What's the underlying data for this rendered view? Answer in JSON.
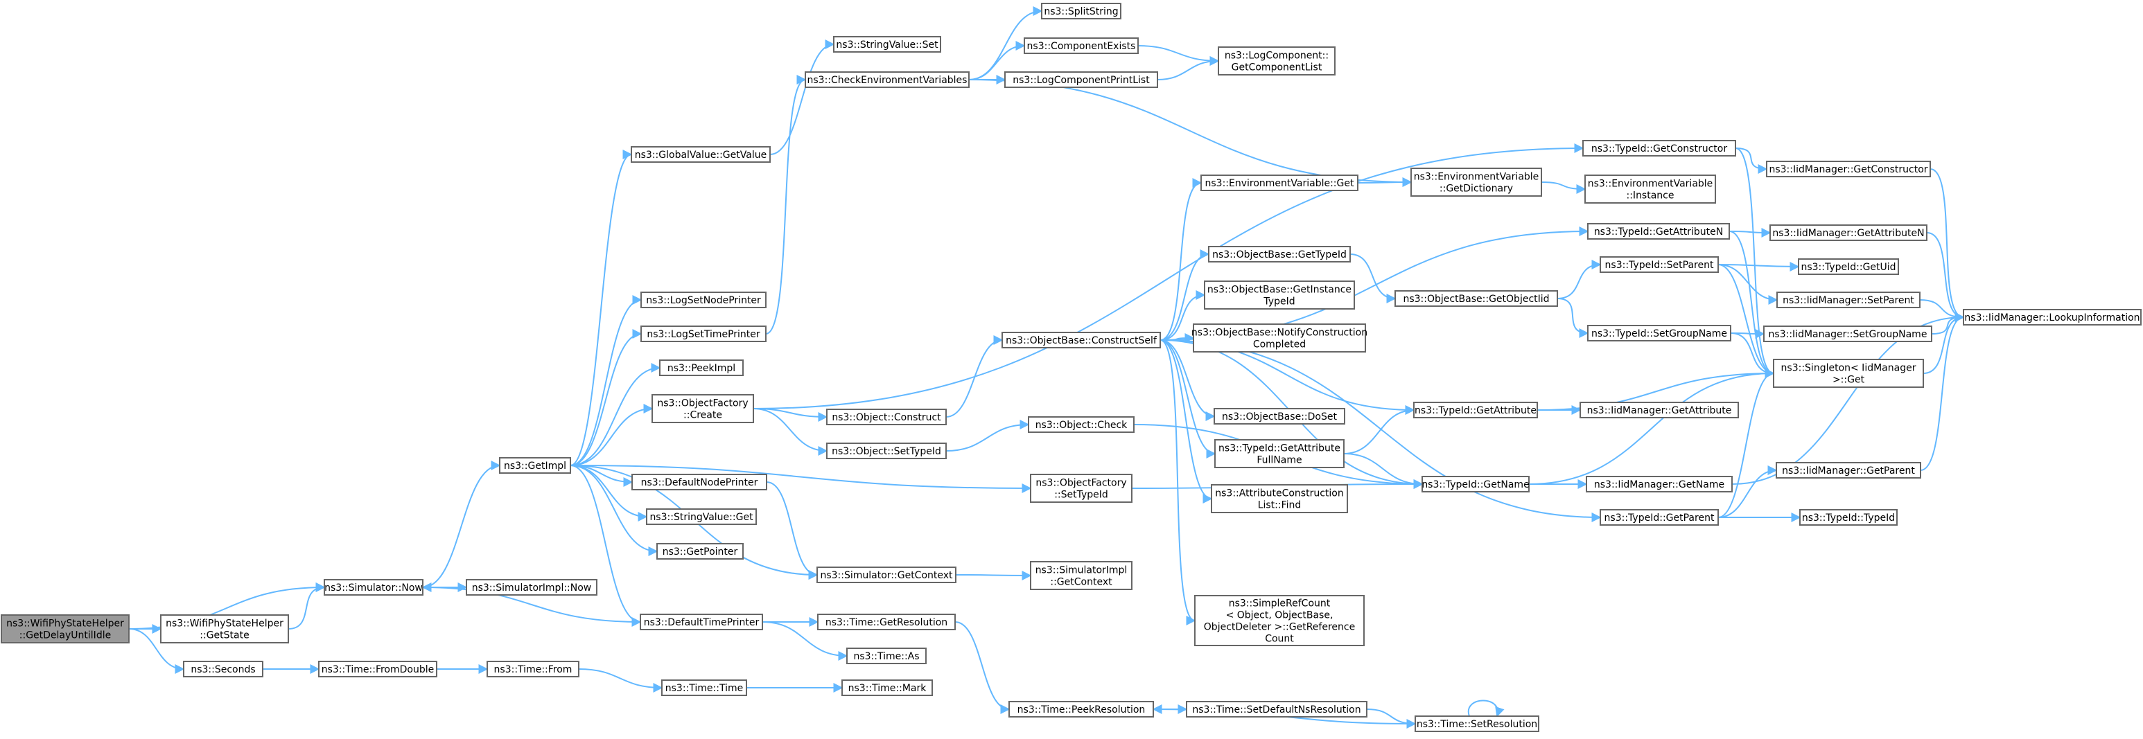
{
  "graph": {
    "root": "n_root",
    "colors": {
      "edge": "#63b8ff",
      "node_border": "#666666",
      "root_fill": "#999999",
      "node_fill": "#ffffff"
    },
    "nodes": [
      {
        "id": "n_root",
        "lines": [
          "ns3::WifiPhyStateHelper",
          "::GetDelayUntilIdle"
        ],
        "root": true
      },
      {
        "id": "n_wifiGetState",
        "lines": [
          "ns3::WifiPhyStateHelper",
          "::GetState"
        ]
      },
      {
        "id": "n_seconds",
        "lines": [
          "ns3::Seconds"
        ]
      },
      {
        "id": "n_simNow",
        "lines": [
          "ns3::Simulator::Now"
        ]
      },
      {
        "id": "n_simImplNow",
        "lines": [
          "ns3::SimulatorImpl::Now"
        ]
      },
      {
        "id": "n_getImpl",
        "lines": [
          "ns3::GetImpl"
        ]
      },
      {
        "id": "n_fromDouble",
        "lines": [
          "ns3::Time::FromDouble"
        ]
      },
      {
        "id": "n_timeFrom",
        "lines": [
          "ns3::Time::From"
        ]
      },
      {
        "id": "n_timeTime",
        "lines": [
          "ns3::Time::Time"
        ]
      },
      {
        "id": "n_timeMark",
        "lines": [
          "ns3::Time::Mark"
        ]
      },
      {
        "id": "n_gvGetValue",
        "lines": [
          "ns3::GlobalValue::GetValue"
        ]
      },
      {
        "id": "n_logSetNodePrinter",
        "lines": [
          "ns3::LogSetNodePrinter"
        ]
      },
      {
        "id": "n_logSetTimePrinter",
        "lines": [
          "ns3::LogSetTimePrinter"
        ]
      },
      {
        "id": "n_peekImpl",
        "lines": [
          "ns3::PeekImpl"
        ]
      },
      {
        "id": "n_ofCreate",
        "lines": [
          "ns3::ObjectFactory",
          "::Create"
        ]
      },
      {
        "id": "n_defaultNodePrinter",
        "lines": [
          "ns3::DefaultNodePrinter"
        ]
      },
      {
        "id": "n_stringValueGet",
        "lines": [
          "ns3::StringValue::Get"
        ]
      },
      {
        "id": "n_getPointer",
        "lines": [
          "ns3::GetPointer"
        ]
      },
      {
        "id": "n_defaultTimePrinter",
        "lines": [
          "ns3::DefaultTimePrinter"
        ]
      },
      {
        "id": "n_stringValueSet",
        "lines": [
          "ns3::StringValue::Set"
        ]
      },
      {
        "id": "n_checkEnv",
        "lines": [
          "ns3::CheckEnvironmentVariables"
        ]
      },
      {
        "id": "n_objConstruct",
        "lines": [
          "ns3::Object::Construct"
        ]
      },
      {
        "id": "n_objSetTypeId",
        "lines": [
          "ns3::Object::SetTypeId"
        ]
      },
      {
        "id": "n_simGetContext",
        "lines": [
          "ns3::Simulator::GetContext"
        ]
      },
      {
        "id": "n_timeGetResolution",
        "lines": [
          "ns3::Time::GetResolution"
        ]
      },
      {
        "id": "n_timeAs",
        "lines": [
          "ns3::Time::As"
        ]
      },
      {
        "id": "n_splitString",
        "lines": [
          "ns3::SplitString"
        ]
      },
      {
        "id": "n_componentExists",
        "lines": [
          "ns3::ComponentExists"
        ]
      },
      {
        "id": "n_logComponentPrintList",
        "lines": [
          "ns3::LogComponentPrintList"
        ]
      },
      {
        "id": "n_obConstructSelf",
        "lines": [
          "ns3::ObjectBase::ConstructSelf"
        ]
      },
      {
        "id": "n_objCheck",
        "lines": [
          "ns3::Object::Check"
        ]
      },
      {
        "id": "n_ofSetTypeId",
        "lines": [
          "ns3::ObjectFactory",
          "::SetTypeId"
        ]
      },
      {
        "id": "n_simImplGetContext",
        "lines": [
          "ns3::SimulatorImpl",
          "::GetContext"
        ]
      },
      {
        "id": "n_timePeekResolution",
        "lines": [
          "ns3::Time::PeekResolution"
        ]
      },
      {
        "id": "n_logCompGetList",
        "lines": [
          "ns3::LogComponent::",
          "GetComponentList"
        ]
      },
      {
        "id": "n_envVarGet",
        "lines": [
          "ns3::EnvironmentVariable::Get"
        ]
      },
      {
        "id": "n_obGetTypeId",
        "lines": [
          "ns3::ObjectBase::GetTypeId"
        ]
      },
      {
        "id": "n_obGetInstanceTypeId",
        "lines": [
          "ns3::ObjectBase::GetInstance",
          "TypeId"
        ]
      },
      {
        "id": "n_obNotifyConstruction",
        "lines": [
          "ns3::ObjectBase::NotifyConstruction",
          "Completed"
        ]
      },
      {
        "id": "n_obDoSet",
        "lines": [
          "ns3::ObjectBase::DoSet"
        ]
      },
      {
        "id": "n_tidGetAttrFullName",
        "lines": [
          "ns3::TypeId::GetAttribute",
          "FullName"
        ]
      },
      {
        "id": "n_attrConstrFind",
        "lines": [
          "ns3::AttributeConstruction",
          "List::Find"
        ]
      },
      {
        "id": "n_simpleRefCount",
        "lines": [
          "ns3::SimpleRefCount",
          "< Object, ObjectBase,",
          "ObjectDeleter >::GetReference",
          "Count"
        ]
      },
      {
        "id": "n_timeSetDefaultNsRes",
        "lines": [
          "ns3::Time::SetDefaultNsResolution"
        ]
      },
      {
        "id": "n_envVarGetDict",
        "lines": [
          "ns3::EnvironmentVariable",
          "::GetDictionary"
        ]
      },
      {
        "id": "n_obGetObjectIid",
        "lines": [
          "ns3::ObjectBase::GetObjectIid"
        ]
      },
      {
        "id": "n_tidGetAttribute",
        "lines": [
          "ns3::TypeId::GetAttribute"
        ]
      },
      {
        "id": "n_tidGetName",
        "lines": [
          "ns3::TypeId::GetName"
        ]
      },
      {
        "id": "n_timeSetResolution",
        "lines": [
          "ns3::Time::SetResolution"
        ]
      },
      {
        "id": "n_envVarInstance",
        "lines": [
          "ns3::EnvironmentVariable",
          "::Instance"
        ]
      },
      {
        "id": "n_tidGetConstructor",
        "lines": [
          "ns3::TypeId::GetConstructor"
        ]
      },
      {
        "id": "n_tidGetAttributeN",
        "lines": [
          "ns3::TypeId::GetAttributeN"
        ]
      },
      {
        "id": "n_tidSetParent",
        "lines": [
          "ns3::TypeId::SetParent"
        ]
      },
      {
        "id": "n_tidSetGroupName",
        "lines": [
          "ns3::TypeId::SetGroupName"
        ]
      },
      {
        "id": "n_tidGetParent",
        "lines": [
          "ns3::TypeId::GetParent"
        ]
      },
      {
        "id": "n_iidGetConstructor",
        "lines": [
          "ns3::IidManager::GetConstructor"
        ]
      },
      {
        "id": "n_iidGetAttributeN",
        "lines": [
          "ns3::IidManager::GetAttributeN"
        ]
      },
      {
        "id": "n_tidGetUid",
        "lines": [
          "ns3::TypeId::GetUid"
        ]
      },
      {
        "id": "n_iidSetParent",
        "lines": [
          "ns3::IidManager::SetParent"
        ]
      },
      {
        "id": "n_iidSetGroupName",
        "lines": [
          "ns3::IidManager::SetGroupName"
        ]
      },
      {
        "id": "n_singletonGet",
        "lines": [
          "ns3::Singleton< IidManager",
          ">::Get"
        ]
      },
      {
        "id": "n_iidGetAttribute",
        "lines": [
          "ns3::IidManager::GetAttribute"
        ]
      },
      {
        "id": "n_iidGetName",
        "lines": [
          "ns3::IidManager::GetName"
        ]
      },
      {
        "id": "n_iidGetParent",
        "lines": [
          "ns3::IidManager::GetParent"
        ]
      },
      {
        "id": "n_tidTypeId",
        "lines": [
          "ns3::TypeId::TypeId"
        ]
      },
      {
        "id": "n_iidLookupInfo",
        "lines": [
          "ns3::IidManager::LookupInformation"
        ]
      }
    ],
    "edges": [
      [
        "n_root",
        "n_simNow"
      ],
      [
        "n_root",
        "n_wifiGetState"
      ],
      [
        "n_root",
        "n_seconds"
      ],
      [
        "n_wifiGetState",
        "n_simNow"
      ],
      [
        "n_simNow",
        "n_getImpl"
      ],
      [
        "n_simNow",
        "n_simImplNow"
      ],
      [
        "n_seconds",
        "n_fromDouble"
      ],
      [
        "n_fromDouble",
        "n_timeFrom"
      ],
      [
        "n_timeFrom",
        "n_timeTime"
      ],
      [
        "n_timeTime",
        "n_timeMark"
      ],
      [
        "n_getImpl",
        "n_gvGetValue"
      ],
      [
        "n_getImpl",
        "n_logSetNodePrinter"
      ],
      [
        "n_getImpl",
        "n_logSetTimePrinter"
      ],
      [
        "n_getImpl",
        "n_peekImpl"
      ],
      [
        "n_getImpl",
        "n_ofCreate"
      ],
      [
        "n_getImpl",
        "n_defaultNodePrinter"
      ],
      [
        "n_getImpl",
        "n_stringValueGet"
      ],
      [
        "n_getImpl",
        "n_getPointer"
      ],
      [
        "n_getImpl",
        "n_defaultTimePrinter"
      ],
      [
        "n_getImpl",
        "n_ofSetTypeId"
      ],
      [
        "n_getImpl",
        "n_simGetContext"
      ],
      [
        "n_gvGetValue",
        "n_stringValueSet"
      ],
      [
        "n_logSetTimePrinter",
        "n_checkEnv"
      ],
      [
        "n_ofCreate",
        "n_objConstruct"
      ],
      [
        "n_ofCreate",
        "n_objSetTypeId"
      ],
      [
        "n_ofCreate",
        "n_tidGetConstructor"
      ],
      [
        "n_defaultNodePrinter",
        "n_simGetContext"
      ],
      [
        "n_defaultTimePrinter",
        "n_simNow"
      ],
      [
        "n_defaultTimePrinter",
        "n_timeGetResolution"
      ],
      [
        "n_defaultTimePrinter",
        "n_timeAs"
      ],
      [
        "n_checkEnv",
        "n_splitString"
      ],
      [
        "n_checkEnv",
        "n_componentExists"
      ],
      [
        "n_checkEnv",
        "n_logComponentPrintList"
      ],
      [
        "n_checkEnv",
        "n_envVarGetDict"
      ],
      [
        "n_componentExists",
        "n_logCompGetList"
      ],
      [
        "n_logComponentPrintList",
        "n_logCompGetList"
      ],
      [
        "n_objConstruct",
        "n_obConstructSelf"
      ],
      [
        "n_objSetTypeId",
        "n_objCheck"
      ],
      [
        "n_objCheck",
        "n_tidGetName"
      ],
      [
        "n_ofSetTypeId",
        "n_tidGetName"
      ],
      [
        "n_simGetContext",
        "n_simImplGetContext"
      ],
      [
        "n_timeGetResolution",
        "n_timePeekResolution"
      ],
      [
        "n_obConstructSelf",
        "n_envVarGet"
      ],
      [
        "n_obConstructSelf",
        "n_tidGetAttributeN"
      ],
      [
        "n_obConstructSelf",
        "n_obGetTypeId"
      ],
      [
        "n_obConstructSelf",
        "n_obGetInstanceTypeId"
      ],
      [
        "n_obConstructSelf",
        "n_obNotifyConstruction"
      ],
      [
        "n_obConstructSelf",
        "n_obDoSet"
      ],
      [
        "n_obConstructSelf",
        "n_tidGetAttribute"
      ],
      [
        "n_obConstructSelf",
        "n_tidGetAttrFullName"
      ],
      [
        "n_obConstructSelf",
        "n_attrConstrFind"
      ],
      [
        "n_obConstructSelf",
        "n_simpleRefCount"
      ],
      [
        "n_obConstructSelf",
        "n_tidGetName"
      ],
      [
        "n_obConstructSelf",
        "n_tidGetParent"
      ],
      [
        "n_envVarGet",
        "n_envVarGetDict"
      ],
      [
        "n_envVarGetDict",
        "n_envVarInstance"
      ],
      [
        "n_obGetTypeId",
        "n_obGetObjectIid"
      ],
      [
        "n_obGetObjectIid",
        "n_tidSetParent"
      ],
      [
        "n_obGetObjectIid",
        "n_tidSetGroupName"
      ],
      [
        "n_tidGetAttrFullName",
        "n_tidGetAttribute"
      ],
      [
        "n_tidGetAttrFullName",
        "n_tidGetName"
      ],
      [
        "n_tidGetAttribute",
        "n_iidGetAttribute"
      ],
      [
        "n_tidGetAttribute",
        "n_singletonGet"
      ],
      [
        "n_tidGetName",
        "n_iidGetName"
      ],
      [
        "n_tidGetName",
        "n_singletonGet"
      ],
      [
        "n_timePeekResolution",
        "n_timeSetDefaultNsRes"
      ],
      [
        "n_timeSetDefaultNsRes",
        "n_timeSetResolution"
      ],
      [
        "n_timeSetResolution",
        "n_timePeekResolution"
      ],
      [
        "n_timeSetResolution",
        "n_timeSetResolution"
      ],
      [
        "n_tidGetConstructor",
        "n_iidGetConstructor"
      ],
      [
        "n_tidGetConstructor",
        "n_singletonGet"
      ],
      [
        "n_tidGetAttributeN",
        "n_iidGetAttributeN"
      ],
      [
        "n_tidGetAttributeN",
        "n_singletonGet"
      ],
      [
        "n_tidSetParent",
        "n_tidGetUid"
      ],
      [
        "n_tidSetParent",
        "n_iidSetParent"
      ],
      [
        "n_tidSetParent",
        "n_singletonGet"
      ],
      [
        "n_tidSetGroupName",
        "n_iidSetGroupName"
      ],
      [
        "n_tidSetGroupName",
        "n_singletonGet"
      ],
      [
        "n_tidGetParent",
        "n_iidGetParent"
      ],
      [
        "n_tidGetParent",
        "n_tidTypeId"
      ],
      [
        "n_tidGetParent",
        "n_singletonGet"
      ],
      [
        "n_iidGetConstructor",
        "n_iidLookupInfo"
      ],
      [
        "n_iidGetAttributeN",
        "n_iidLookupInfo"
      ],
      [
        "n_iidSetParent",
        "n_iidLookupInfo"
      ],
      [
        "n_iidSetGroupName",
        "n_iidLookupInfo"
      ],
      [
        "n_singletonGet",
        "n_iidLookupInfo"
      ],
      [
        "n_iidGetName",
        "n_iidLookupInfo"
      ],
      [
        "n_iidGetParent",
        "n_iidLookupInfo"
      ]
    ]
  }
}
